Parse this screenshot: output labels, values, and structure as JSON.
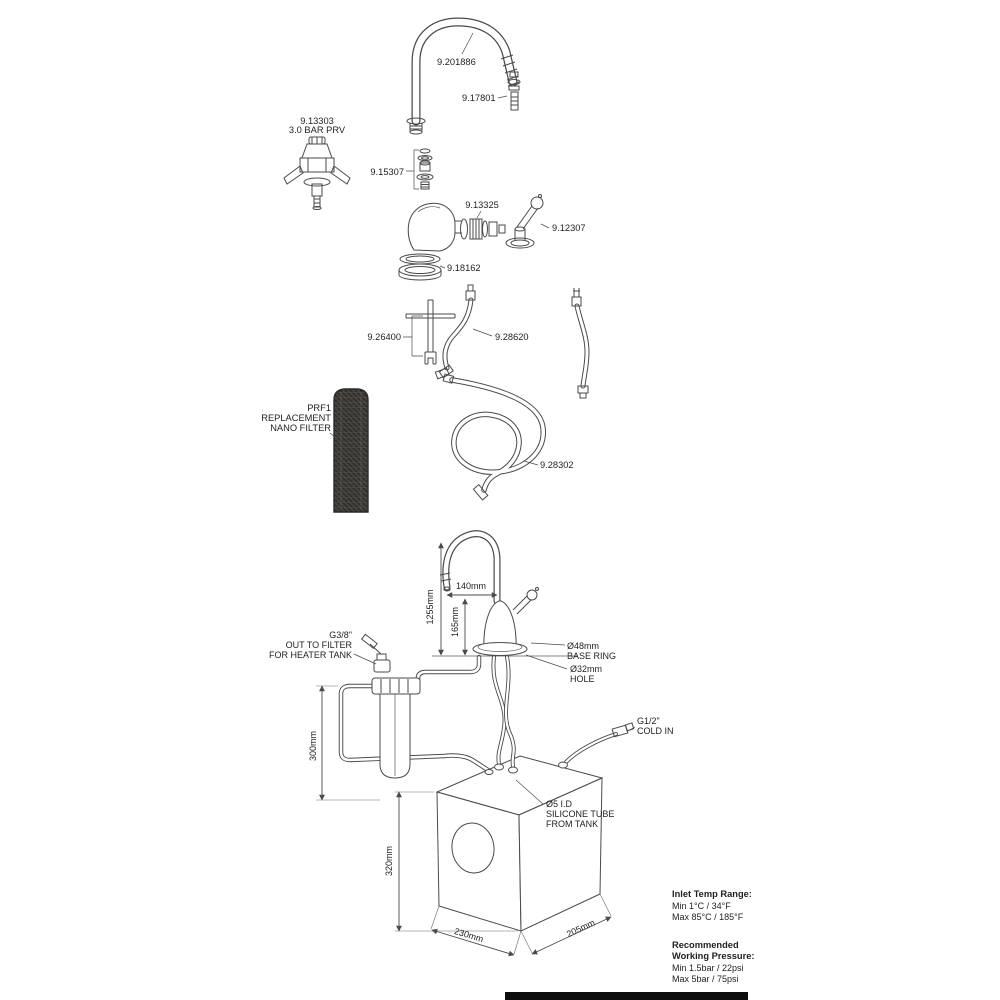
{
  "exploded": {
    "spout": "9.201886",
    "aerator": "9.17801",
    "prv_code": "9.13303",
    "prv_desc": "3.0 BAR PRV",
    "fixings": "9.15307",
    "cartridge": "9.13325",
    "handle": "9.12307",
    "base_washers": "9.18162",
    "spanner": "9.26400",
    "hose_short": "9.28620",
    "hose_coiled": "9.28302",
    "filter_1": "PRF1",
    "filter_2": "REPLACEMENT",
    "filter_3": "NANO FILTER"
  },
  "install": {
    "dim_reach": "140mm",
    "dim_total_height": "1255mm",
    "dim_spout_height": "165mm",
    "dim_filter_clearance": "300mm",
    "dim_tank_height": "320mm",
    "dim_tank_depth": "230mm",
    "dim_tank_width": "205mm",
    "base_ring_1": "Ø48mm",
    "base_ring_2": "BASE RING",
    "hole_1": "Ø32mm",
    "hole_2": "HOLE",
    "cold_in_1": "G1/2\"",
    "cold_in_2": "COLD IN",
    "out_1": "G3/8\"",
    "out_2": "OUT TO FILTER",
    "out_3": "FOR HEATER TANK",
    "tube_1": "Ø5 I.D",
    "tube_2": "SILICONE TUBE",
    "tube_3": "FROM TANK"
  },
  "specs": {
    "inlet_title": "Inlet Temp Range:",
    "inlet_min": "Min 1°C / 34°F",
    "inlet_max": "Max 85°C / 185°F",
    "rec_1": "Recommended",
    "rec_2": "Working Pressure:",
    "p_min": "Min 1.5bar / 22psi",
    "p_max": "Max 5bar / 75psi"
  }
}
